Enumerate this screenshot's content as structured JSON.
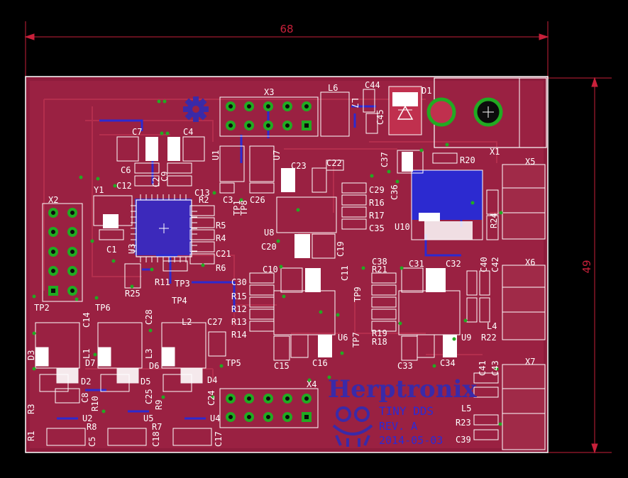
{
  "board": {
    "width_dim": "68",
    "height_dim": "49",
    "colors": {
      "background": "#000000",
      "board_fill": "#8e1c3c",
      "top_copper": "#c0304e",
      "bottom_copper": "#2c2ad0",
      "silkscreen": "#ffffff",
      "dimension": "#c8203a",
      "pad_green": "#22aa22",
      "logo": "#3a2aa8"
    }
  },
  "logo": {
    "brand": "Herptronix",
    "product": "TINY DDS",
    "revision": "REV. A",
    "date": "2014-05-03"
  },
  "parts": [
    {
      "ref": "X3",
      "t": "connector"
    },
    {
      "ref": "L6",
      "t": "inductor"
    },
    {
      "ref": "C44",
      "t": "cap"
    },
    {
      "ref": "D1",
      "t": "diode"
    },
    {
      "ref": "L7",
      "t": "inductor"
    },
    {
      "ref": "C45",
      "t": "cap"
    },
    {
      "ref": "X1",
      "t": "power-jack"
    },
    {
      "ref": "R20",
      "t": "res"
    },
    {
      "ref": "X5",
      "t": "connector"
    },
    {
      "ref": "C7",
      "t": "cap"
    },
    {
      "ref": "C4",
      "t": "cap"
    },
    {
      "ref": "C6",
      "t": "cap"
    },
    {
      "ref": "C12",
      "t": "cap"
    },
    {
      "ref": "C9",
      "t": "cap"
    },
    {
      "ref": "C13",
      "t": "cap"
    },
    {
      "ref": "U1",
      "t": "ic"
    },
    {
      "ref": "U7",
      "t": "ic"
    },
    {
      "ref": "C22",
      "t": "cap"
    },
    {
      "ref": "C23",
      "t": "cap"
    },
    {
      "ref": "C37",
      "t": "cap"
    },
    {
      "ref": "C36",
      "t": "cap"
    },
    {
      "ref": "C29",
      "t": "cap"
    },
    {
      "ref": "R16",
      "t": "res"
    },
    {
      "ref": "R17",
      "t": "res"
    },
    {
      "ref": "C35",
      "t": "cap"
    },
    {
      "ref": "U10",
      "t": "ic"
    },
    {
      "ref": "R24",
      "t": "res"
    },
    {
      "ref": "X2",
      "t": "connector"
    },
    {
      "ref": "Y1",
      "t": "crystal"
    },
    {
      "ref": "C3",
      "t": "cap"
    },
    {
      "ref": "C2",
      "t": "cap"
    },
    {
      "ref": "C26",
      "t": "cap"
    },
    {
      "ref": "TP1",
      "t": "testpoint"
    },
    {
      "ref": "TP8",
      "t": "testpoint"
    },
    {
      "ref": "R2",
      "t": "res"
    },
    {
      "ref": "R5",
      "t": "res"
    },
    {
      "ref": "R4",
      "t": "res"
    },
    {
      "ref": "C21",
      "t": "cap"
    },
    {
      "ref": "R6",
      "t": "res"
    },
    {
      "ref": "U8",
      "t": "ic"
    },
    {
      "ref": "C20",
      "t": "cap"
    },
    {
      "ref": "C19",
      "t": "cap"
    },
    {
      "ref": "C1",
      "t": "cap"
    },
    {
      "ref": "U3",
      "t": "ic"
    },
    {
      "ref": "R11",
      "t": "res"
    },
    {
      "ref": "TP3",
      "t": "testpoint"
    },
    {
      "ref": "R25",
      "t": "res"
    },
    {
      "ref": "TP4",
      "t": "testpoint"
    },
    {
      "ref": "C30",
      "t": "cap"
    },
    {
      "ref": "R15",
      "t": "res"
    },
    {
      "ref": "R12",
      "t": "res"
    },
    {
      "ref": "R13",
      "t": "res"
    },
    {
      "ref": "R14",
      "t": "res"
    },
    {
      "ref": "C10",
      "t": "cap"
    },
    {
      "ref": "C11",
      "t": "cap"
    },
    {
      "ref": "TP9",
      "t": "testpoint"
    },
    {
      "ref": "C38",
      "t": "cap"
    },
    {
      "ref": "R21",
      "t": "res"
    },
    {
      "ref": "C31",
      "t": "cap"
    },
    {
      "ref": "C32",
      "t": "cap"
    },
    {
      "ref": "C40",
      "t": "cap"
    },
    {
      "ref": "C42",
      "t": "cap"
    },
    {
      "ref": "X6",
      "t": "connector"
    },
    {
      "ref": "TP7",
      "t": "testpoint"
    },
    {
      "ref": "R19",
      "t": "res"
    },
    {
      "ref": "R18",
      "t": "res"
    },
    {
      "ref": "U6",
      "t": "ic"
    },
    {
      "ref": "U9",
      "t": "ic"
    },
    {
      "ref": "L4",
      "t": "inductor"
    },
    {
      "ref": "R22",
      "t": "res"
    },
    {
      "ref": "TP2",
      "t": "testpoint"
    },
    {
      "ref": "TP6",
      "t": "testpoint"
    },
    {
      "ref": "C14",
      "t": "cap"
    },
    {
      "ref": "C28",
      "t": "cap"
    },
    {
      "ref": "L2",
      "t": "inductor"
    },
    {
      "ref": "C27",
      "t": "cap"
    },
    {
      "ref": "D3",
      "t": "diode"
    },
    {
      "ref": "L1",
      "t": "inductor"
    },
    {
      "ref": "L3",
      "t": "inductor"
    },
    {
      "ref": "D7",
      "t": "diode"
    },
    {
      "ref": "D6",
      "t": "diode"
    },
    {
      "ref": "TP5",
      "t": "testpoint"
    },
    {
      "ref": "C15",
      "t": "cap"
    },
    {
      "ref": "C16",
      "t": "cap"
    },
    {
      "ref": "C33",
      "t": "cap"
    },
    {
      "ref": "C34",
      "t": "cap"
    },
    {
      "ref": "D2",
      "t": "diode"
    },
    {
      "ref": "D5",
      "t": "diode"
    },
    {
      "ref": "D4",
      "t": "diode"
    },
    {
      "ref": "C8",
      "t": "cap"
    },
    {
      "ref": "C25",
      "t": "cap"
    },
    {
      "ref": "C24",
      "t": "cap"
    },
    {
      "ref": "R10",
      "t": "res"
    },
    {
      "ref": "R9",
      "t": "res"
    },
    {
      "ref": "R3",
      "t": "res"
    },
    {
      "ref": "U2",
      "t": "ic"
    },
    {
      "ref": "U5",
      "t": "ic"
    },
    {
      "ref": "U4",
      "t": "ic"
    },
    {
      "ref": "R8",
      "t": "res"
    },
    {
      "ref": "R7",
      "t": "res"
    },
    {
      "ref": "R1",
      "t": "res"
    },
    {
      "ref": "C5",
      "t": "cap"
    },
    {
      "ref": "C18",
      "t": "cap"
    },
    {
      "ref": "C17",
      "t": "cap"
    },
    {
      "ref": "X4",
      "t": "connector"
    },
    {
      "ref": "C41",
      "t": "cap"
    },
    {
      "ref": "C43",
      "t": "cap"
    },
    {
      "ref": "X7",
      "t": "connector"
    },
    {
      "ref": "L5",
      "t": "inductor"
    },
    {
      "ref": "R23",
      "t": "res"
    },
    {
      "ref": "C39",
      "t": "cap"
    }
  ]
}
